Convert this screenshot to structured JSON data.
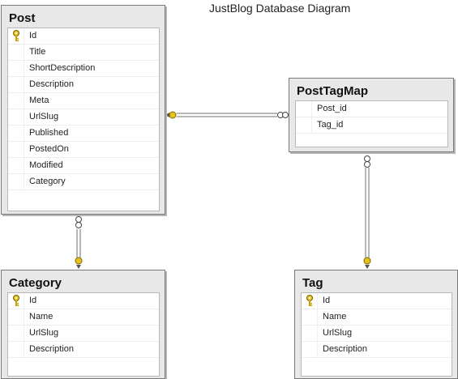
{
  "diagram_title": "JustBlog Database Diagram",
  "tables": {
    "post": {
      "name": "Post",
      "columns": [
        "Id",
        "Title",
        "ShortDescription",
        "Description",
        "Meta",
        "UrlSlug",
        "Published",
        "PostedOn",
        "Modified",
        "Category"
      ]
    },
    "post_tag_map": {
      "name": "PostTagMap",
      "columns": [
        "Post_id",
        "Tag_id"
      ]
    },
    "category": {
      "name": "Category",
      "columns": [
        "Id",
        "Name",
        "UrlSlug",
        "Description"
      ]
    },
    "tag": {
      "name": "Tag",
      "columns": [
        "Id",
        "Name",
        "UrlSlug",
        "Description"
      ]
    }
  },
  "relationships": [
    {
      "from": "Post",
      "to": "PostTagMap"
    },
    {
      "from": "Category",
      "to": "Post"
    },
    {
      "from": "Tag",
      "to": "PostTagMap"
    }
  ],
  "colors": {
    "key": "#e6c21a",
    "line": "#6f6f6f",
    "header_bg": "#e8e8e8"
  }
}
